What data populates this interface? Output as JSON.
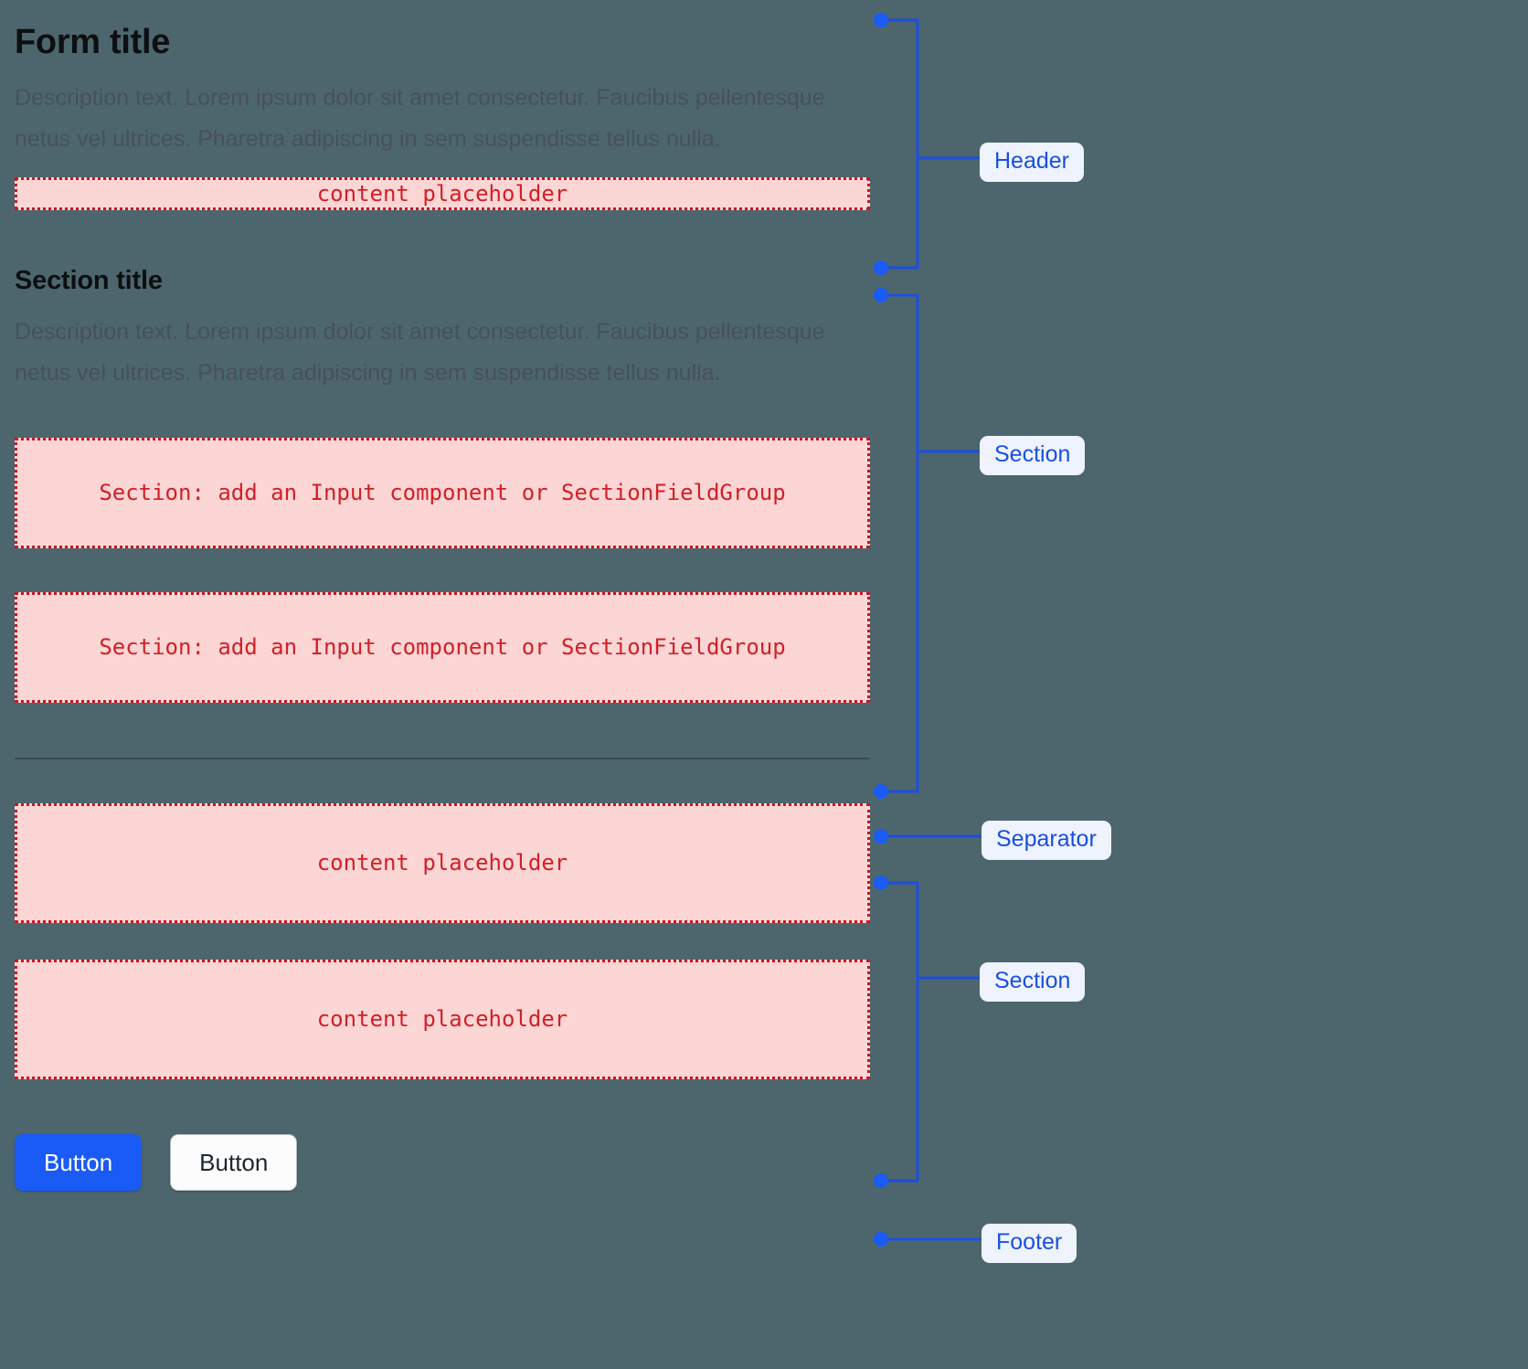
{
  "theme": {
    "background": "#4d666e",
    "accent_blue": "#1a5af5",
    "annotation_blue": "#1a4fe0",
    "badge_background": "#eef3fe",
    "placeholder_fill": "#fbd6d4",
    "placeholder_border": "#cf1322",
    "placeholder_text": "#d21f28",
    "separator_color": "#3c4a52"
  },
  "form": {
    "header": {
      "title": "Form title",
      "description": "Description text. Lorem ipsum dolor sit amet consectetur. Faucibus pellentesque netus vel ultrices. Pharetra adipiscing in sem suspendisse tellus nulla.",
      "placeholder": "content placeholder"
    },
    "section": {
      "title": "Section title",
      "description": "Description text. Lorem ipsum dolor sit amet consectetur. Faucibus pellentesque netus vel ultrices. Pharetra adipiscing in sem suspendisse tellus nulla.",
      "fields": [
        "Section: add an Input component or SectionFieldGroup",
        "Section: add an Input component or SectionFieldGroup"
      ]
    },
    "second_section": {
      "placeholders": [
        "content placeholder",
        "content placeholder"
      ]
    },
    "footer": {
      "primary_button": "Button",
      "secondary_button": "Button"
    }
  },
  "annotations": {
    "header_label": "Header",
    "section_label": "Section",
    "separator_label": "Separator",
    "section_label_2": "Section",
    "footer_label": "Footer"
  }
}
